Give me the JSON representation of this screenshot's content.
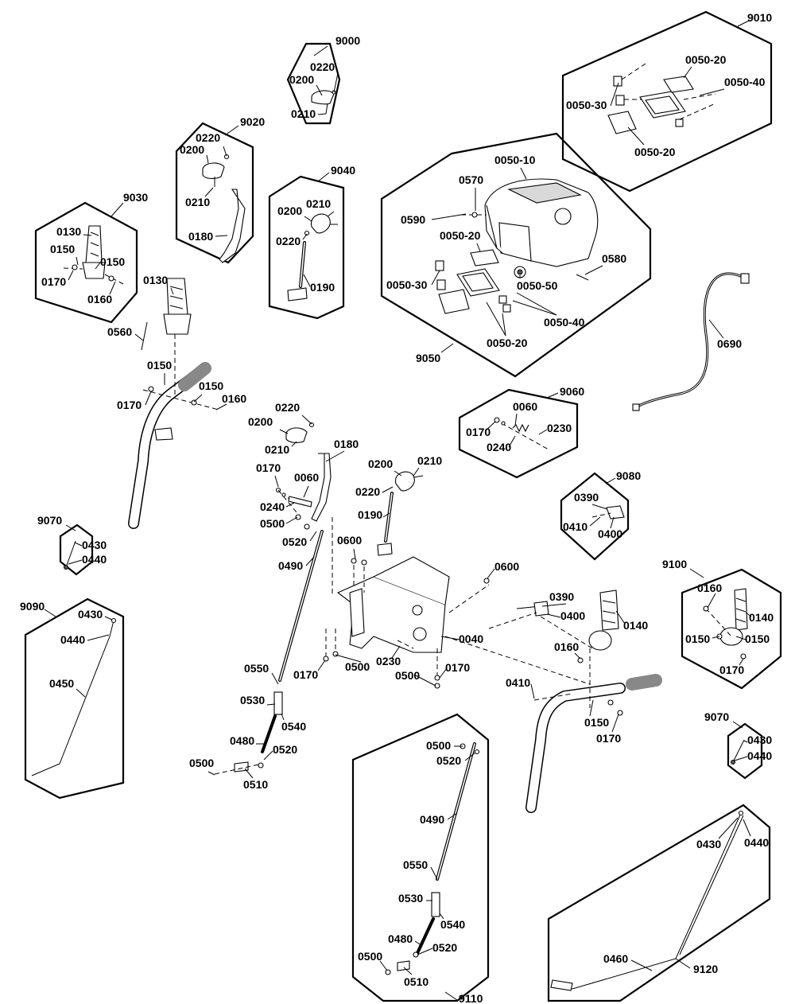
{
  "groups": [
    {
      "id": "9000",
      "label": "9000"
    },
    {
      "id": "9010",
      "label": "9010"
    },
    {
      "id": "9020",
      "label": "9020"
    },
    {
      "id": "9030",
      "label": "9030"
    },
    {
      "id": "9040",
      "label": "9040"
    },
    {
      "id": "9050",
      "label": "9050"
    },
    {
      "id": "9060",
      "label": "9060"
    },
    {
      "id": "9070a",
      "label": "9070"
    },
    {
      "id": "9070b",
      "label": "9070"
    },
    {
      "id": "9080",
      "label": "9080"
    },
    {
      "id": "9090",
      "label": "9090"
    },
    {
      "id": "9100",
      "label": "9100"
    },
    {
      "id": "9110",
      "label": "9110"
    },
    {
      "id": "9120",
      "label": "9120"
    }
  ],
  "callouts": [
    "0220",
    "0200",
    "0210",
    "0050-20",
    "0050-40",
    "0050-30",
    "0050-20",
    "0220",
    "0200",
    "0210",
    "0180",
    "0210",
    "0200",
    "0220",
    "0190",
    "0130",
    "0150",
    "0150",
    "0170",
    "0160",
    "0050-10",
    "0570",
    "0590",
    "0050-20",
    "0580",
    "0050-30",
    "0050-50",
    "0050-40",
    "0050-20",
    "0130",
    "0560",
    "0150",
    "0170",
    "0150",
    "0160",
    "0690",
    "0220",
    "0200",
    "0210",
    "0180",
    "0170",
    "0060",
    "0240",
    "0500",
    "0520",
    "0490",
    "0200",
    "0210",
    "0220",
    "0190",
    "0600",
    "0600",
    "0060",
    "0170",
    "0230",
    "0240",
    "0390",
    "0410",
    "0400",
    "0430",
    "0440",
    "0430",
    "0440",
    "0450",
    "0390",
    "0400",
    "0140",
    "0040",
    "0160",
    "0230",
    "0170",
    "0500",
    "0500",
    "0170",
    "0410",
    "0150",
    "0170",
    "0160",
    "0140",
    "0150",
    "0150",
    "0170",
    "0430",
    "0440",
    "0550",
    "0530",
    "0540",
    "0480",
    "0520",
    "0500",
    "0510",
    "0500",
    "0520",
    "0490",
    "0550",
    "0530",
    "0540",
    "0480",
    "0520",
    "0500",
    "0510",
    "0430",
    "0440",
    "0460"
  ]
}
